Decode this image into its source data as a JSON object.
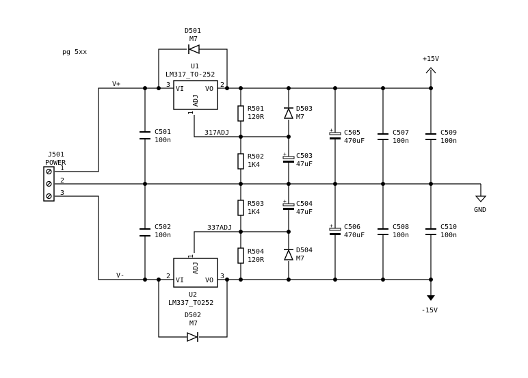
{
  "page_note": "pg 5xx",
  "nets": {
    "vplus": "V+",
    "vminus": "V-",
    "adj1": "317ADJ",
    "adj2": "337ADJ",
    "p15": "+15V",
    "m15": "-15V",
    "gnd": "GND"
  },
  "connector": {
    "ref": "J501",
    "value": "POWER",
    "pins": [
      "1",
      "2",
      "3"
    ]
  },
  "regulators": {
    "u1": {
      "ref": "U1",
      "value": "LM317_TO-252",
      "pin_vi": "VI",
      "pin_vo": "VO",
      "pin_adj": "ADJ",
      "pin_in": "3",
      "pin_out": "2",
      "pin_adjn": "1"
    },
    "u2": {
      "ref": "U2",
      "value": "LM337_TO252",
      "pin_vi": "VI",
      "pin_vo": "VO",
      "pin_adj": "ADJ",
      "pin_in": "2",
      "pin_out": "3",
      "pin_adjn": "1"
    }
  },
  "diodes": {
    "d501": {
      "ref": "D501",
      "value": "M7"
    },
    "d502": {
      "ref": "D502",
      "value": "M7"
    },
    "d503": {
      "ref": "D503",
      "value": "M7"
    },
    "d504": {
      "ref": "D504",
      "value": "M7"
    }
  },
  "resistors": {
    "r501": {
      "ref": "R501",
      "value": "120R"
    },
    "r502": {
      "ref": "R502",
      "value": "1K4"
    },
    "r503": {
      "ref": "R503",
      "value": "1K4"
    },
    "r504": {
      "ref": "R504",
      "value": "120R"
    }
  },
  "capacitors": {
    "c501": {
      "ref": "C501",
      "value": "100n"
    },
    "c502": {
      "ref": "C502",
      "value": "100n"
    },
    "c503": {
      "ref": "C503",
      "value": "47uF"
    },
    "c504": {
      "ref": "C504",
      "value": "47uF"
    },
    "c505": {
      "ref": "C505",
      "value": "470uF"
    },
    "c506": {
      "ref": "C506",
      "value": "470uF"
    },
    "c507": {
      "ref": "C507",
      "value": "100n"
    },
    "c508": {
      "ref": "C508",
      "value": "100n"
    },
    "c509": {
      "ref": "C509",
      "value": "100n"
    },
    "c510": {
      "ref": "C510",
      "value": "100n"
    }
  },
  "symbols": {
    "polarity_mark": "+"
  }
}
